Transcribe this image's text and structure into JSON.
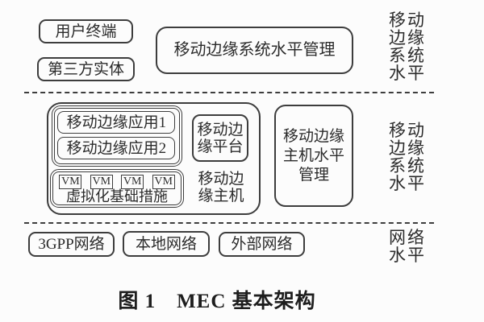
{
  "colors": {
    "line": "#3d3d3d",
    "text": "#2b2b2b",
    "background": "#fcfcfc"
  },
  "top": {
    "user_terminal": "用户终端",
    "third_party": "第三方实体",
    "system_mgmt": "移动边缘系统水平管理",
    "side_label": "移动\n边缘\n系统\n水平"
  },
  "middle": {
    "app1": "移动边缘应用1",
    "app2": "移动边缘应用2",
    "platform": "移动边\n缘平台",
    "vm_labels": [
      "VM",
      "VM",
      "VM",
      "VM"
    ],
    "virtualization": "虚拟化基础措施",
    "host_label": "移动边\n缘主机",
    "host_mgmt": "移动边缘\n主机水平\n管理",
    "side_label": "移动\n边缘\n系统\n水平"
  },
  "bottom": {
    "network_3gpp": "3GPP网络",
    "network_local": "本地网络",
    "network_external": "外部网络",
    "side_label": "网络\n水平"
  },
  "caption": "图 1　MEC 基本架构"
}
